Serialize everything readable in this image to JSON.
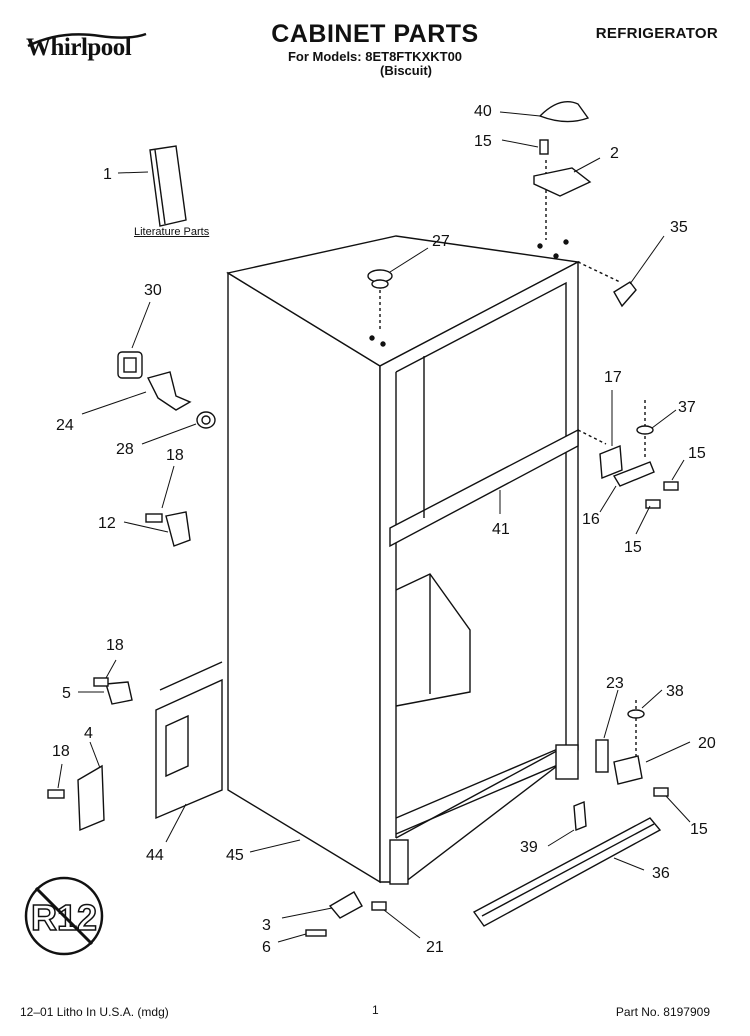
{
  "header": {
    "brand": "Whirlpool",
    "title": "CABINET PARTS",
    "models_line": "For Models: 8ET8FTKXKT00",
    "variant": "(Biscuit)",
    "category": "REFRIGERATOR"
  },
  "diagram": {
    "literature_label": "Literature Parts",
    "badge_text": "R12",
    "callouts": [
      {
        "id": "c1",
        "label": "1"
      },
      {
        "id": "c2",
        "label": "2"
      },
      {
        "id": "c3",
        "label": "3"
      },
      {
        "id": "c4",
        "label": "4"
      },
      {
        "id": "c5",
        "label": "5"
      },
      {
        "id": "c6",
        "label": "6"
      },
      {
        "id": "c12",
        "label": "12"
      },
      {
        "id": "c15a",
        "label": "15"
      },
      {
        "id": "c15b",
        "label": "15"
      },
      {
        "id": "c15c",
        "label": "15"
      },
      {
        "id": "c15d",
        "label": "15"
      },
      {
        "id": "c16",
        "label": "16"
      },
      {
        "id": "c17",
        "label": "17"
      },
      {
        "id": "c18a",
        "label": "18"
      },
      {
        "id": "c18b",
        "label": "18"
      },
      {
        "id": "c18c",
        "label": "18"
      },
      {
        "id": "c20",
        "label": "20"
      },
      {
        "id": "c21",
        "label": "21"
      },
      {
        "id": "c23",
        "label": "23"
      },
      {
        "id": "c24",
        "label": "24"
      },
      {
        "id": "c27",
        "label": "27"
      },
      {
        "id": "c28",
        "label": "28"
      },
      {
        "id": "c30",
        "label": "30"
      },
      {
        "id": "c35",
        "label": "35"
      },
      {
        "id": "c36",
        "label": "36"
      },
      {
        "id": "c37",
        "label": "37"
      },
      {
        "id": "c38",
        "label": "38"
      },
      {
        "id": "c39",
        "label": "39"
      },
      {
        "id": "c40",
        "label": "40"
      },
      {
        "id": "c41",
        "label": "41"
      },
      {
        "id": "c44",
        "label": "44"
      },
      {
        "id": "c45",
        "label": "45"
      }
    ]
  },
  "footer": {
    "litho": "12–01 Litho In U.S.A. (mdg)",
    "page": "1",
    "part_no": "Part No. 8197909"
  }
}
